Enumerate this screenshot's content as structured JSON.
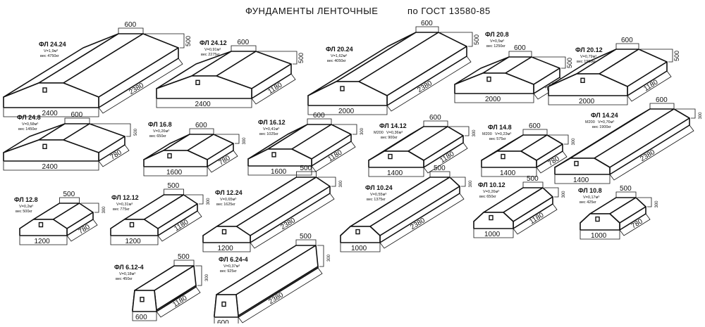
{
  "header": {
    "title": "ФУНДАМЕНТЫ ЛЕНТОЧНЫЕ",
    "standard": "по  ГОСТ  13580-85"
  },
  "blocks": [
    {
      "name": "ФЛ 24.24",
      "grade": "",
      "volume": "V=1,9м³",
      "mass": "вес 4750кг",
      "width": "2400",
      "length": "2380",
      "top": "600",
      "height": "500"
    },
    {
      "name": "ФЛ 24.12",
      "grade": "",
      "volume": "V=0,91м³",
      "mass": "вес 2275кг",
      "width": "2400",
      "length": "1180",
      "top": "600",
      "height": "500"
    },
    {
      "name": "ФЛ 20.24",
      "grade": "",
      "volume": "V=1,62м³",
      "mass": "вес 4050кг",
      "width": "2000",
      "length": "2380",
      "top": "600",
      "height": "500"
    },
    {
      "name": "ФЛ 20.8",
      "grade": "",
      "volume": "V=0,5м³",
      "mass": "вес 1250кг",
      "width": "2000",
      "length": "780",
      "top": "600",
      "height": "500"
    },
    {
      "name": "ФЛ 20.12",
      "grade": "",
      "volume": "V=0,79м³",
      "mass": "вес 1950кг",
      "width": "2000",
      "length": "1180",
      "top": "600",
      "height": "500"
    },
    {
      "name": "ФЛ 24.8",
      "grade": "",
      "volume": "V=0,58м³",
      "mass": "вес 1450кг",
      "width": "2400",
      "length": "780",
      "top": "600",
      "height": "500"
    },
    {
      "name": "ФЛ 16.8",
      "grade": "",
      "volume": "V=0,26м³",
      "mass": "вес 650кг",
      "width": "1600",
      "length": "780",
      "top": "600",
      "height": "300"
    },
    {
      "name": "ФЛ 16.12",
      "grade": "",
      "volume": "V=0,41м³",
      "mass": "вес 1025кг",
      "width": "1600",
      "length": "1180",
      "top": "600",
      "height": "300"
    },
    {
      "name": "ФЛ 14.12",
      "grade": "М200",
      "volume": "V=0,36м³",
      "mass": "вес 900кг",
      "width": "1400",
      "length": "1180",
      "top": "600",
      "height": "300"
    },
    {
      "name": "ФЛ 14.8",
      "grade": "М200",
      "volume": "V=0,23м³",
      "mass": "вес 575кг",
      "width": "1400",
      "length": "780",
      "top": "600",
      "height": "300"
    },
    {
      "name": "ФЛ 14.24",
      "grade": "М200",
      "volume": "V=0,76м³",
      "mass": "вес 1900кг",
      "width": "1400",
      "length": "2380",
      "top": "600",
      "height": "300"
    },
    {
      "name": "ФЛ 12.8",
      "grade": "",
      "volume": "V=0,2м³",
      "mass": "вес 500кг",
      "width": "1200",
      "length": "780",
      "top": "500",
      "height": "300"
    },
    {
      "name": "ФЛ 12.12",
      "grade": "",
      "volume": "V=0,31м³",
      "mass": "вес 775кг",
      "width": "1200",
      "length": "1180",
      "top": "500",
      "height": "300"
    },
    {
      "name": "ФЛ 12.24",
      "grade": "",
      "volume": "V=0,65м³",
      "mass": "вес 1625кг",
      "width": "1200",
      "length": "2380",
      "top": "500",
      "height": "300"
    },
    {
      "name": "ФЛ 10.24",
      "grade": "",
      "volume": "V=0,55м³",
      "mass": "вес 1375кг",
      "width": "1000",
      "length": "2380",
      "top": "500",
      "height": "300"
    },
    {
      "name": "ФЛ 10.12",
      "grade": "",
      "volume": "V=0,26м³",
      "mass": "вес 650кг",
      "width": "1000",
      "length": "1180",
      "top": "500",
      "height": "300"
    },
    {
      "name": "ФЛ 10.8",
      "grade": "",
      "volume": "V=0,17м³",
      "mass": "вес 425кг",
      "width": "1000",
      "length": "780",
      "top": "500",
      "height": "300"
    },
    {
      "name": "ФЛ 6.12-4",
      "grade": "",
      "volume": "V=0,18м³",
      "mass": "вес 450кг",
      "width": "600",
      "length": "1180",
      "top": "500",
      "height": "300"
    },
    {
      "name": "ФЛ 6.24-4",
      "grade": "",
      "volume": "V=0,37м³",
      "mass": "вес 925кг",
      "width": "600",
      "length": "2380",
      "top": "500",
      "height": "300"
    }
  ]
}
